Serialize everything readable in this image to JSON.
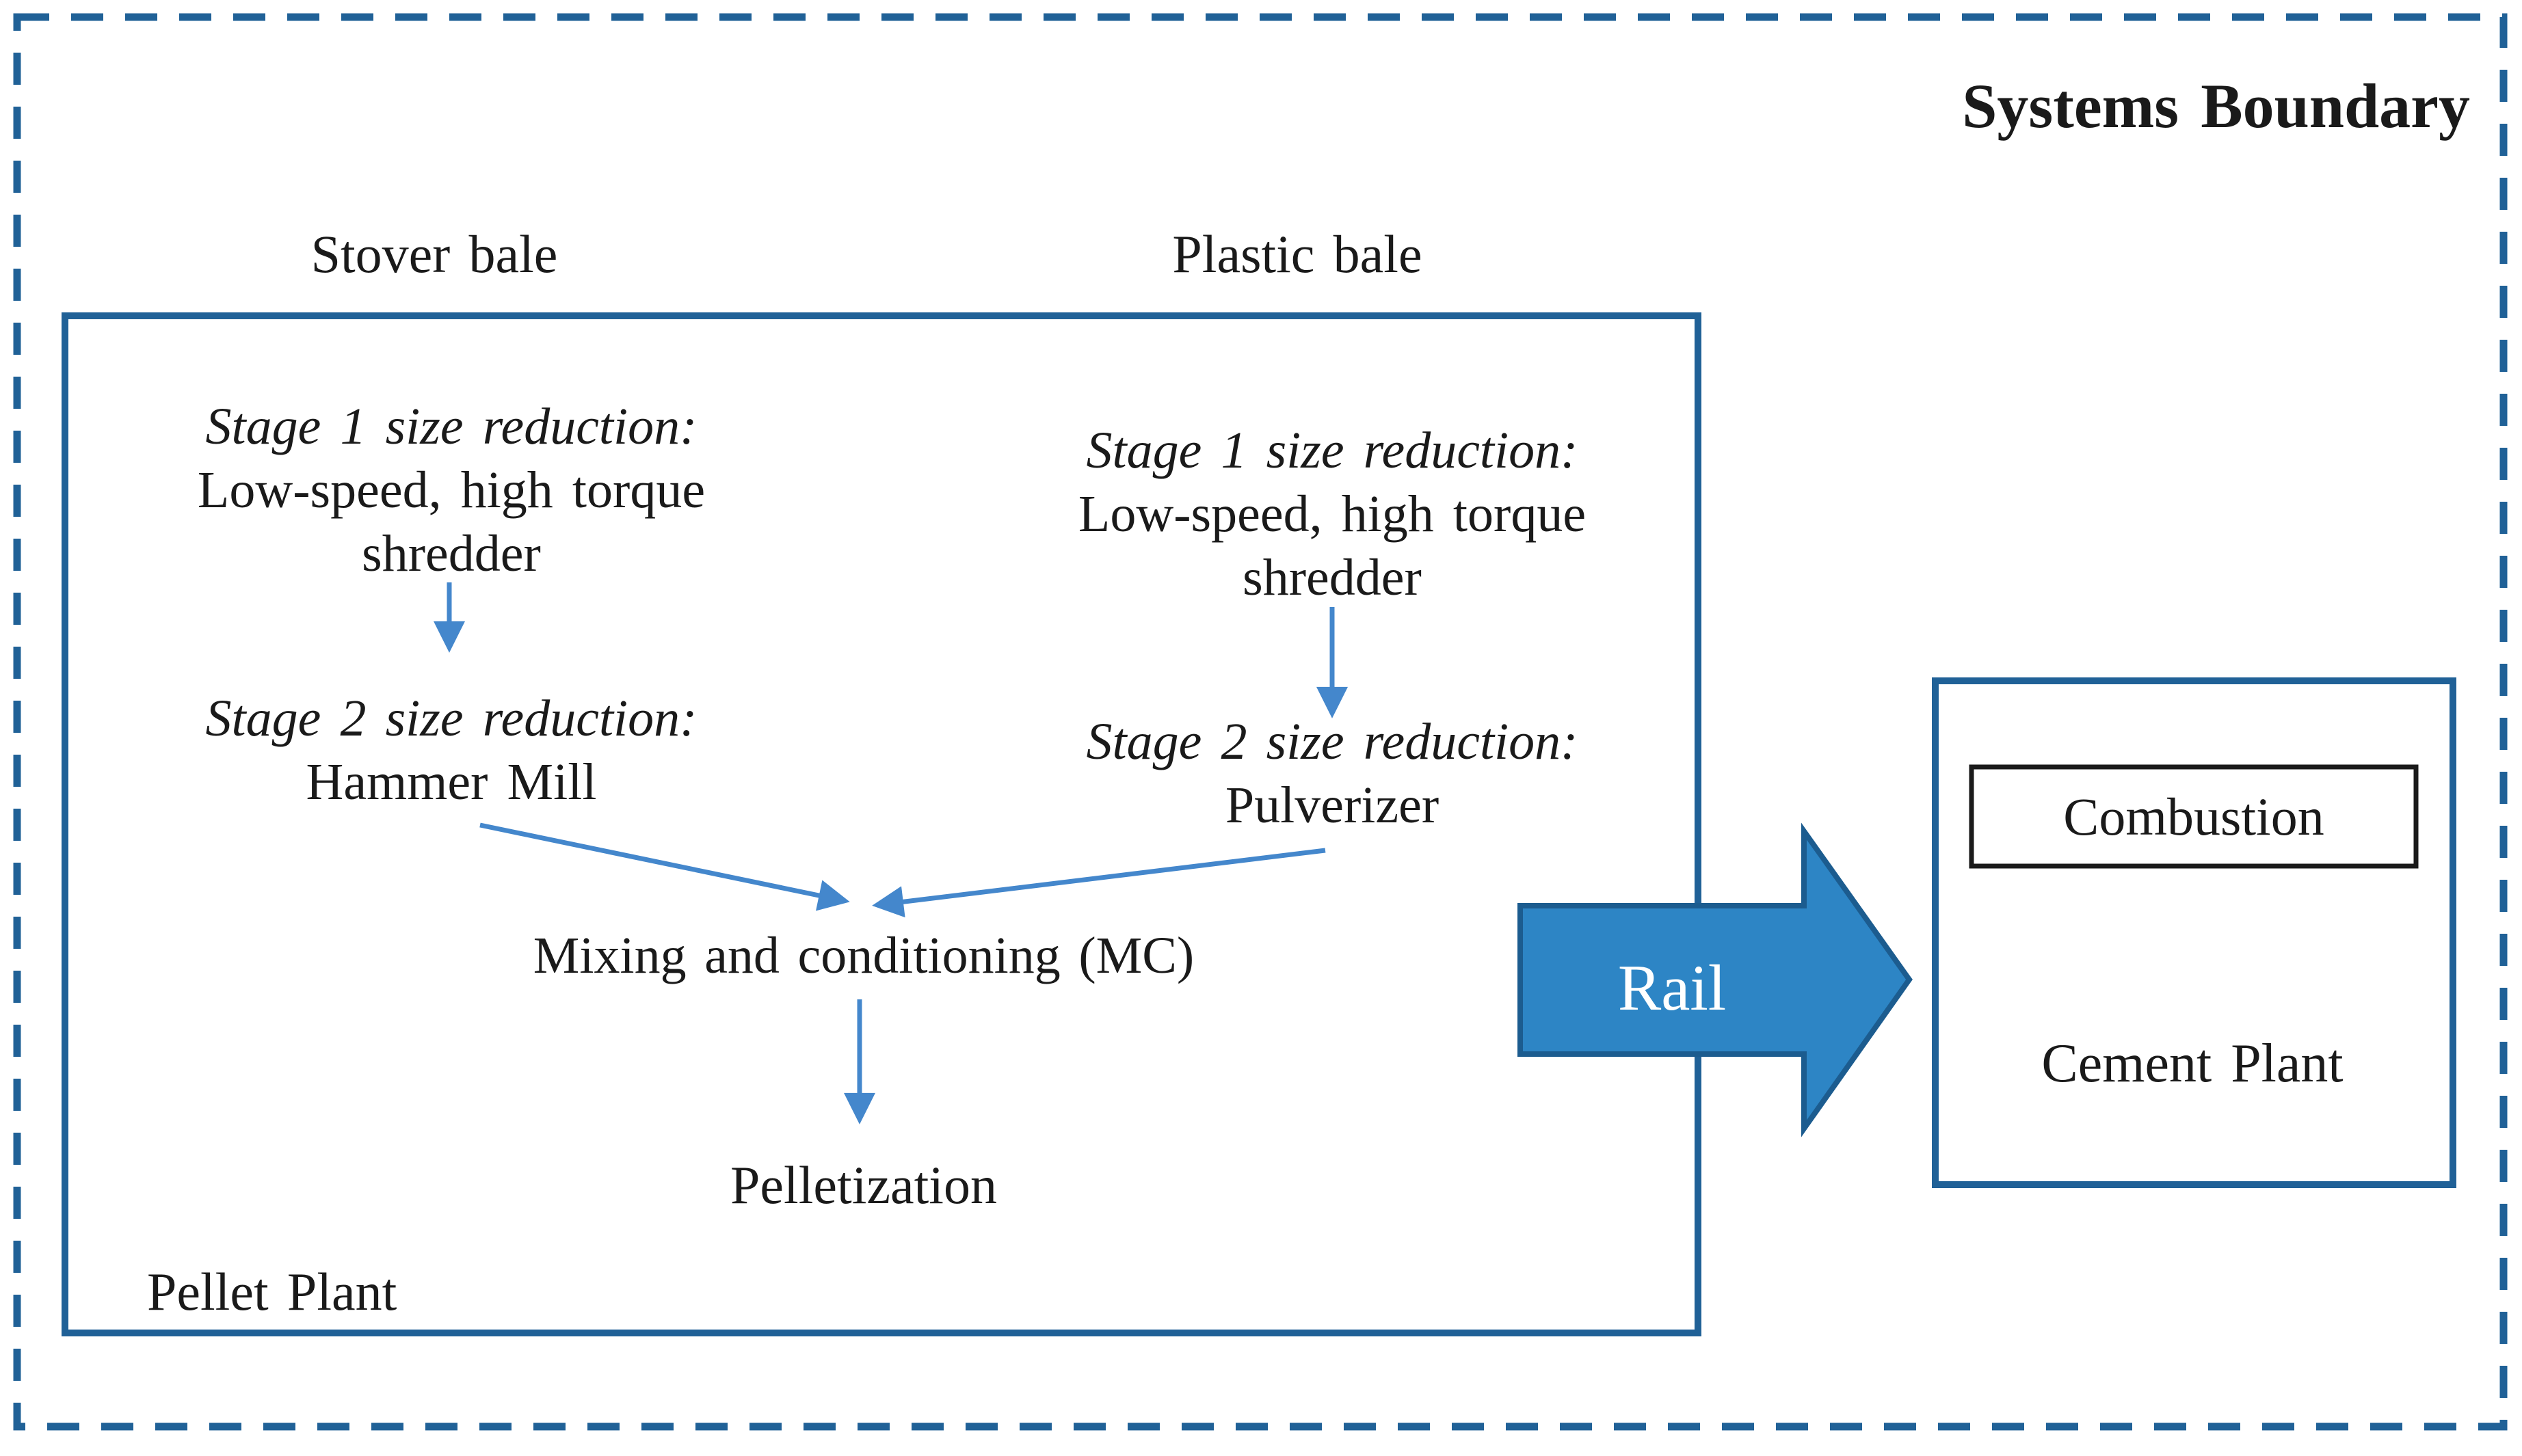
{
  "diagram": {
    "systems_boundary_label": "Systems Boundary",
    "inputs": {
      "stover_label": "Stover bale",
      "plastic_label": "Plastic bale"
    },
    "pellet_plant": {
      "label": "Pellet Plant",
      "left_track": {
        "stage1_lines": [
          "Stage 1 size reduction:",
          "Low-speed, high torque",
          "shredder"
        ],
        "stage2_lines": [
          "Stage 2 size reduction:",
          "Hammer Mill"
        ]
      },
      "right_track": {
        "stage1_lines": [
          "Stage 1 size reduction:",
          "Low-speed, high torque",
          "shredder"
        ],
        "stage2_lines": [
          "Stage 2 size reduction:",
          "Pulverizer"
        ]
      },
      "mixing_label": "Mixing and conditioning (MC)",
      "pelletization_label": "Pelletization"
    },
    "rail_label": "Rail",
    "cement_plant": {
      "label": "Cement Plant",
      "combustion_label": "Combustion"
    },
    "colors": {
      "boundary_blue": "#206197",
      "arrow_blue": "#4487cc",
      "rail_fill": "#2d85c5",
      "rail_stroke": "#1c5c8f",
      "text_black": "#1a1a1a"
    }
  }
}
